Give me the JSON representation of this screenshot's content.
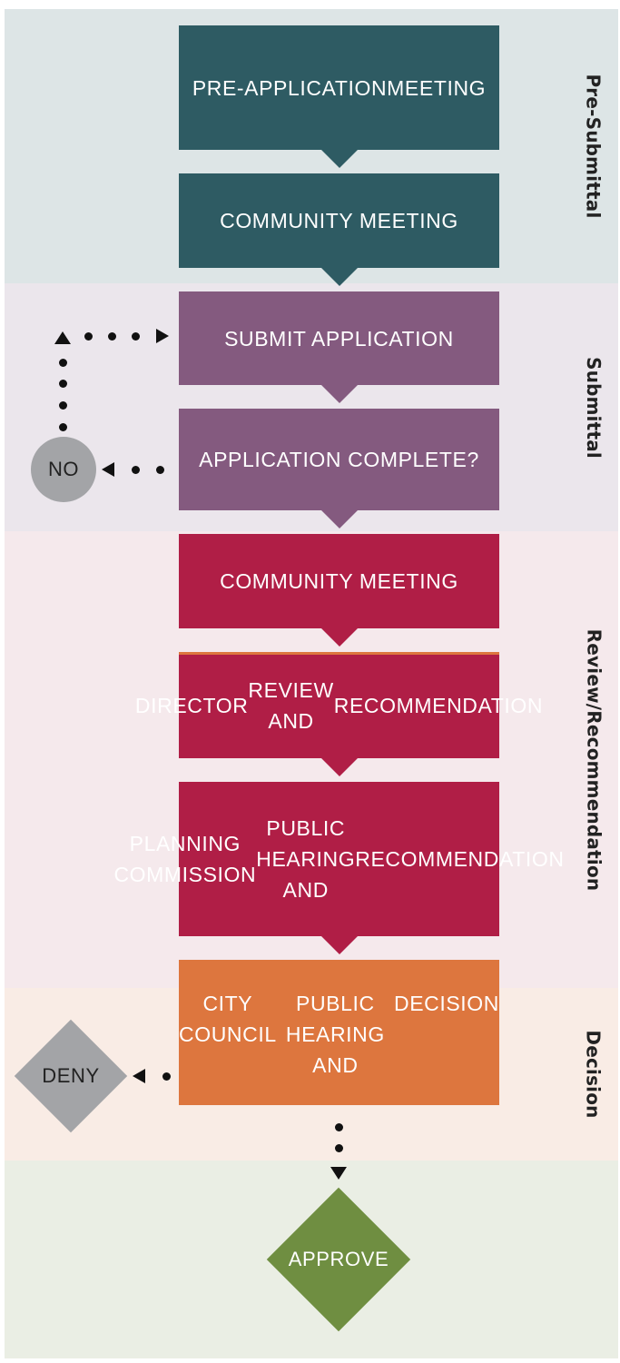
{
  "phases": [
    {
      "label": "Pre-Submittal",
      "color": "#dde5e6"
    },
    {
      "label": "Submittal",
      "color": "#ebe6ec"
    },
    {
      "label": "Review/Recommendation",
      "color": "#f5e9ec"
    },
    {
      "label": "Decision",
      "color": "#f9ece5"
    },
    {
      "label": "",
      "color": "#eaeee4"
    }
  ],
  "steps": [
    {
      "lines": [
        "PRE-APPLICATION",
        "MEETING"
      ],
      "color": "#2e5b63"
    },
    {
      "lines": [
        "COMMUNITY MEETING"
      ],
      "color": "#2e5b63"
    },
    {
      "lines": [
        "SUBMIT APPLICATION"
      ],
      "color": "#845a7f"
    },
    {
      "lines": [
        "APPLICATION COMPLETE?"
      ],
      "color": "#845a7f"
    },
    {
      "lines": [
        "COMMUNITY MEETING"
      ],
      "color": "#b01e46"
    },
    {
      "lines": [
        "DIRECTOR",
        "REVIEW AND",
        "RECOMMENDATION"
      ],
      "color": "#b01e46"
    },
    {
      "lines": [
        "PLANNING COMMISSION",
        "PUBLIC HEARING AND",
        "RECOMMENDATION"
      ],
      "color": "#b01e46"
    },
    {
      "lines": [
        "CITY COUNCIL",
        "PUBLIC HEARING AND",
        "DECISION"
      ],
      "color": "#dd763e"
    }
  ],
  "no_node": {
    "label": "NO",
    "color": "#a3a4a7"
  },
  "deny_node": {
    "label": "DENY",
    "color": "#a3a4a7"
  },
  "approve_node": {
    "label": "APPROVE",
    "color": "#6f8e41"
  },
  "accent": {
    "review_divider": "#dd763e"
  }
}
